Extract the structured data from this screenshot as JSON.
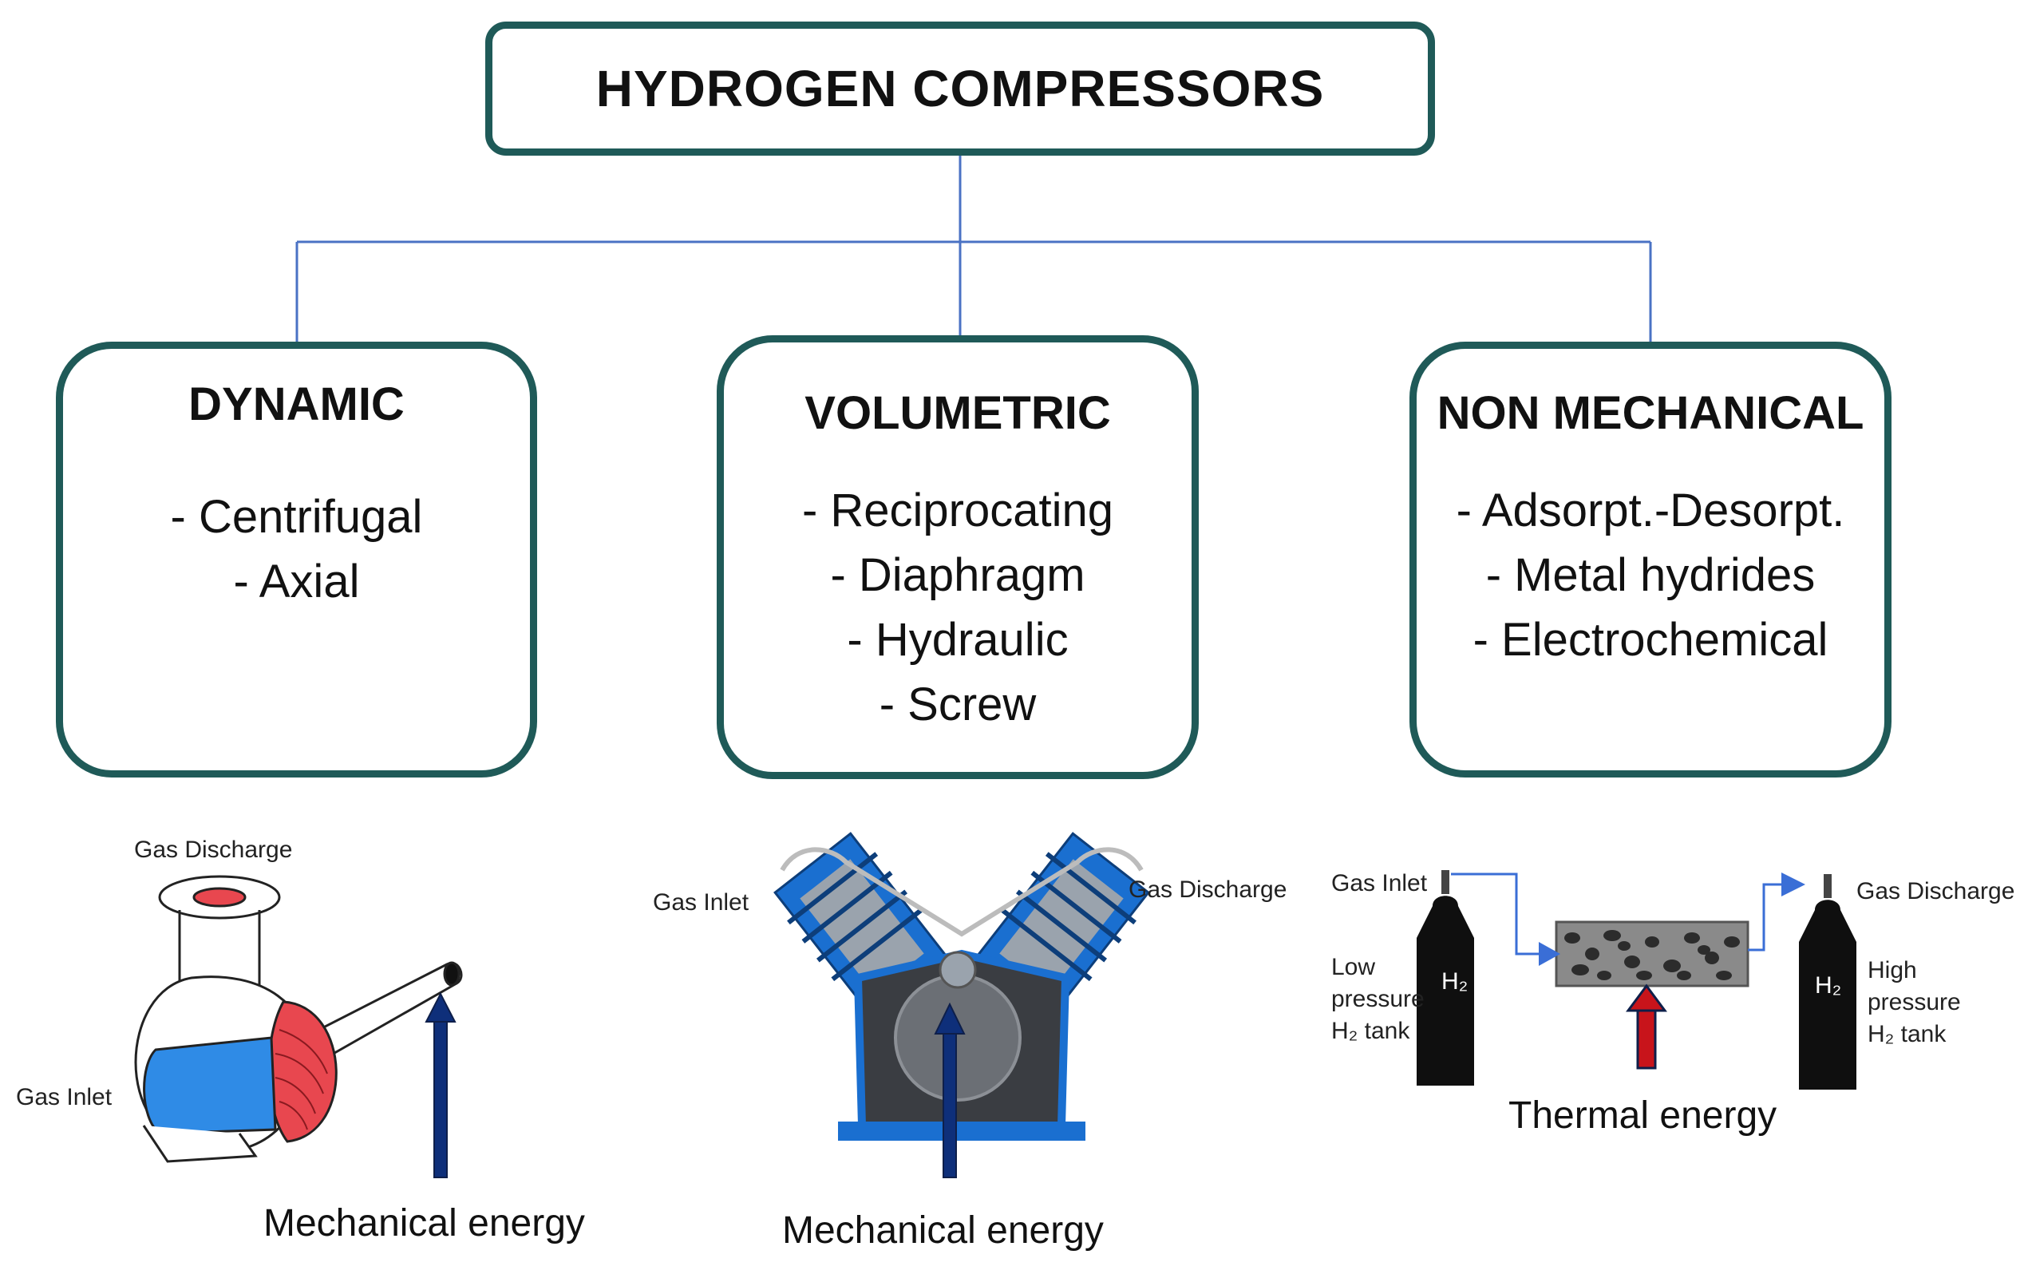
{
  "title": "HYDROGEN COMPRESSORS",
  "categories": [
    {
      "name": "DYNAMIC",
      "items": [
        "- Centrifugal",
        "- Axial"
      ]
    },
    {
      "name": "VOLUMETRIC",
      "items": [
        "- Reciprocating",
        "- Diaphragm",
        "- Hydraulic",
        "- Screw"
      ]
    },
    {
      "name": "NON MECHANICAL",
      "items": [
        "- Adsorpt.-Desorpt.",
        "- Metal hydrides",
        "- Electrochemical"
      ]
    }
  ],
  "dynamic_figure": {
    "gas_discharge": "Gas Discharge",
    "gas_inlet": "Gas Inlet",
    "energy": "Mechanical energy"
  },
  "volumetric_figure": {
    "gas_inlet": "Gas Inlet",
    "gas_discharge": "Gas Discharge",
    "energy": "Mechanical energy"
  },
  "non_mechanical_figure": {
    "gas_inlet": "Gas Inlet",
    "gas_discharge": "Gas Discharge",
    "low_tank_lines": [
      "Low",
      "pressure",
      "H₂ tank"
    ],
    "high_tank_lines": [
      "High",
      "pressure",
      "H₂ tank"
    ],
    "tank_label": "H₂",
    "energy": "Thermal energy"
  },
  "colors": {
    "box_border": "#1f5a58",
    "connector": "#4a72c4",
    "impeller_red": "#e8474f",
    "inlet_blue": "#2f8be6",
    "compressor_blue": "#1a6fd0",
    "arrow_navy": "#0e2f7a",
    "thermal_arrow": "#c8141b"
  }
}
